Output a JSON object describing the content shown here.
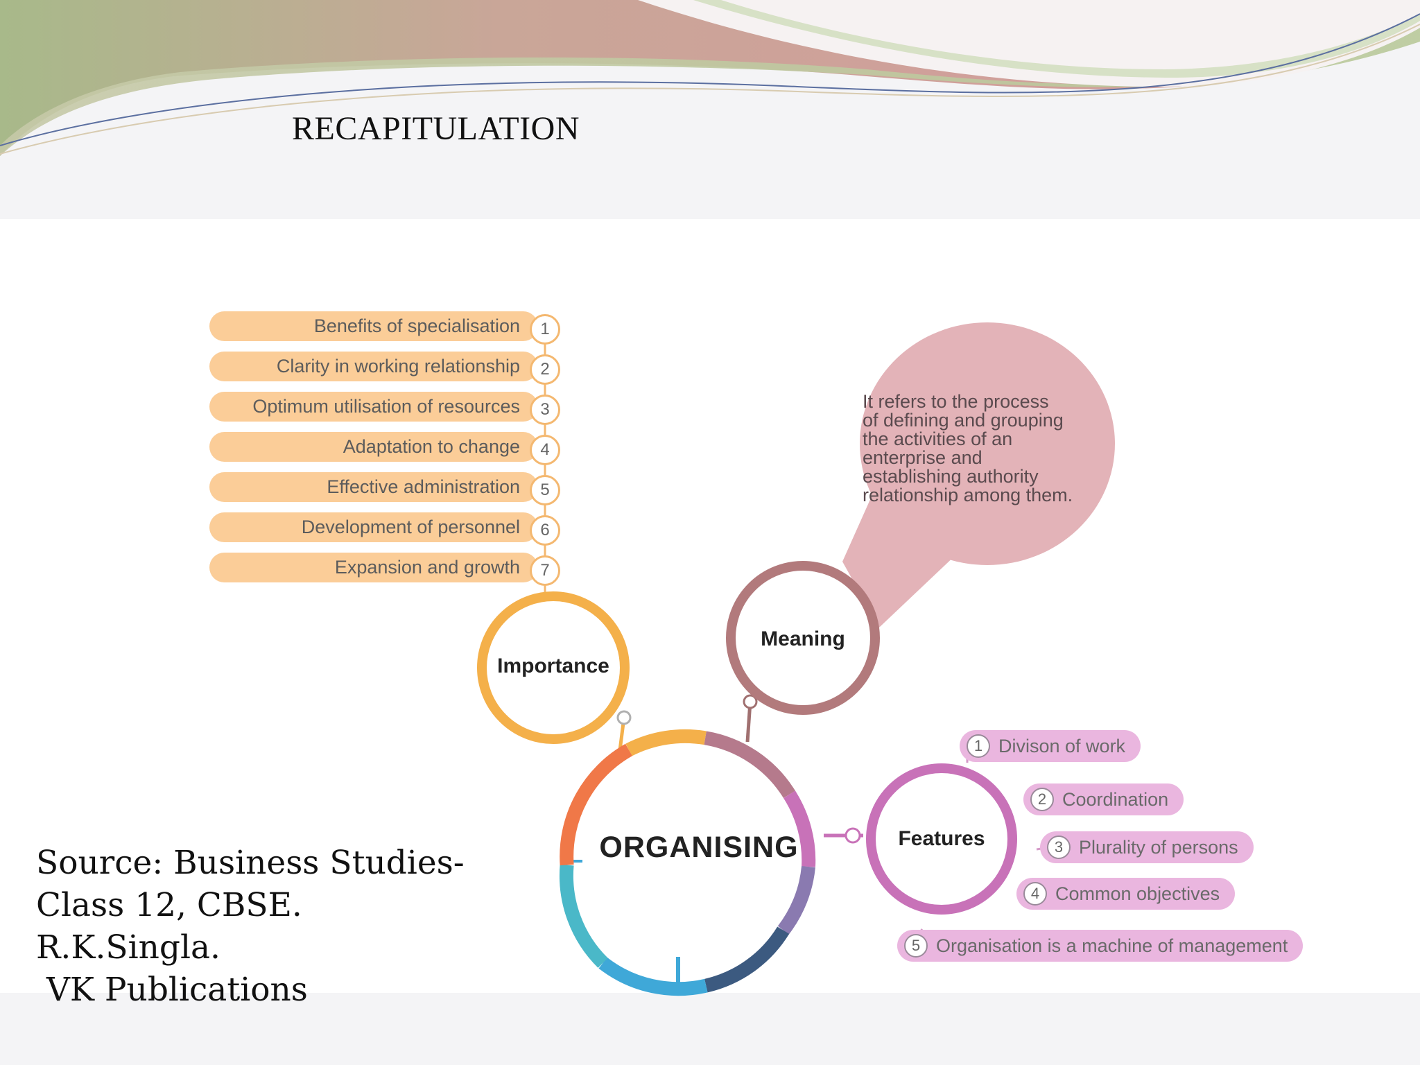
{
  "slide": {
    "title": "RECAPITULATION",
    "source_lines": [
      "Source: Business Studies-",
      "Class 12, CBSE.",
      "R.K.Singla.",
      " VK Publications"
    ]
  },
  "diagram": {
    "center": "ORGANISING",
    "importance": {
      "label": "Importance",
      "items": [
        {
          "num": "1",
          "text": "Benefits of specialisation"
        },
        {
          "num": "2",
          "text": "Clarity in working relationship"
        },
        {
          "num": "3",
          "text": "Optimum utilisation of resources"
        },
        {
          "num": "4",
          "text": "Adaptation to change"
        },
        {
          "num": "5",
          "text": "Effective administration"
        },
        {
          "num": "6",
          "text": "Development of personnel"
        },
        {
          "num": "7",
          "text": "Expansion and growth"
        }
      ]
    },
    "meaning": {
      "label": "Meaning",
      "text_lines": [
        "It refers to the process",
        "of defining and grouping",
        "the activities of an",
        "enterprise and",
        "establishing authority",
        "relationship among them."
      ]
    },
    "features": {
      "label": "Features",
      "items": [
        {
          "num": "1",
          "text": "Divison of work"
        },
        {
          "num": "2",
          "text": "Coordination"
        },
        {
          "num": "3",
          "text": "Plurality of persons"
        },
        {
          "num": "4",
          "text": "Common objectives"
        },
        {
          "num": "5",
          "text": "Organisation is a machine of management"
        }
      ]
    }
  },
  "colors": {
    "importance": "#f4b04a",
    "importance_pill": "#fbcd98",
    "meaning": "#b27a7c",
    "meaning_bubble": "#e3b3b8",
    "features": "#c872b8",
    "features_pill": "#eab6df"
  }
}
